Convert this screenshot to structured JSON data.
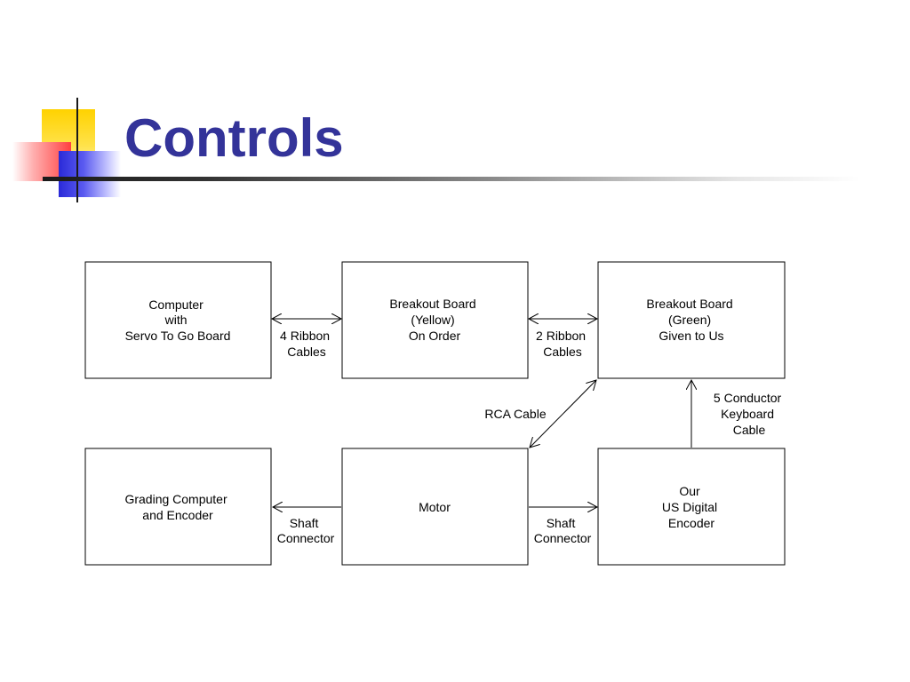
{
  "slide": {
    "title": "Controls"
  },
  "diagram": {
    "nodes": {
      "computer": [
        "Computer",
        "with",
        "Servo To Go Board"
      ],
      "breakout_yellow": [
        "Breakout Board",
        "(Yellow)",
        "On Order"
      ],
      "breakout_green": [
        "Breakout Board",
        "(Green)",
        "Given to Us"
      ],
      "grading": [
        "Grading Computer",
        "and Encoder"
      ],
      "motor": [
        "Motor"
      ],
      "encoder": [
        "Our",
        "US Digital",
        "Encoder"
      ]
    },
    "edges": {
      "ribbon4": [
        "4 Ribbon",
        "Cables"
      ],
      "ribbon2": [
        "2 Ribbon",
        "Cables"
      ],
      "rca": [
        "RCA Cable"
      ],
      "keyboard": [
        "5 Conductor",
        "Keyboard",
        "Cable"
      ],
      "shaft_left": [
        "Shaft",
        "Connector"
      ],
      "shaft_right": [
        "Shaft",
        "Connector"
      ]
    }
  }
}
